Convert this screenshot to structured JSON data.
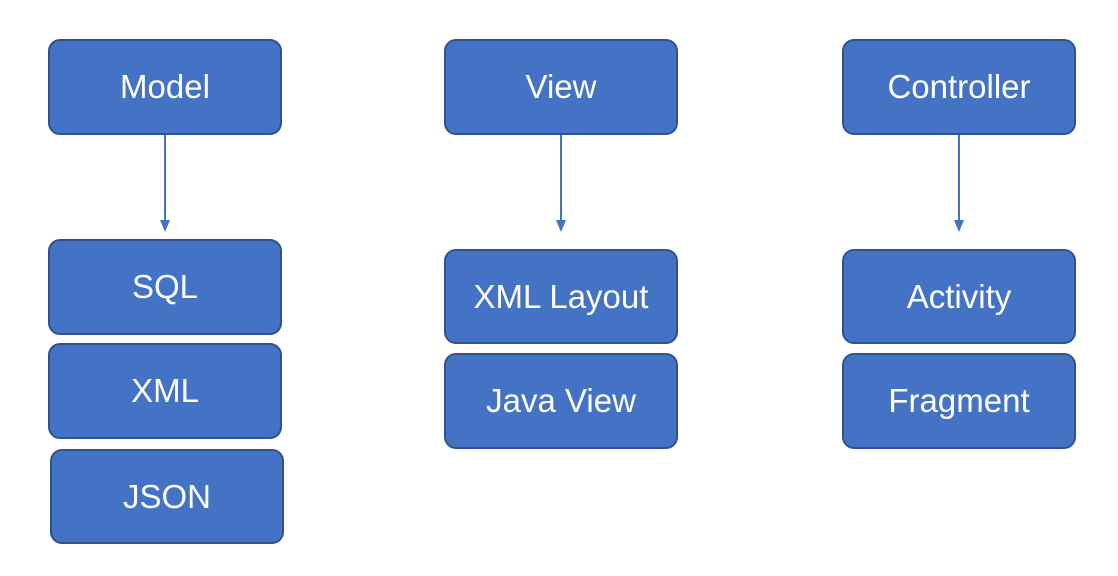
{
  "colors": {
    "node_fill": "#4472c4",
    "node_border": "#2f528f",
    "arrow": "#4472c4",
    "text": "#ffffff"
  },
  "columns": [
    {
      "header": "Model",
      "items": [
        "SQL",
        "XML",
        "JSON"
      ]
    },
    {
      "header": "View",
      "items": [
        "XML Layout",
        "Java View"
      ]
    },
    {
      "header": "Controller",
      "items": [
        "Activity",
        "Fragment"
      ]
    }
  ]
}
